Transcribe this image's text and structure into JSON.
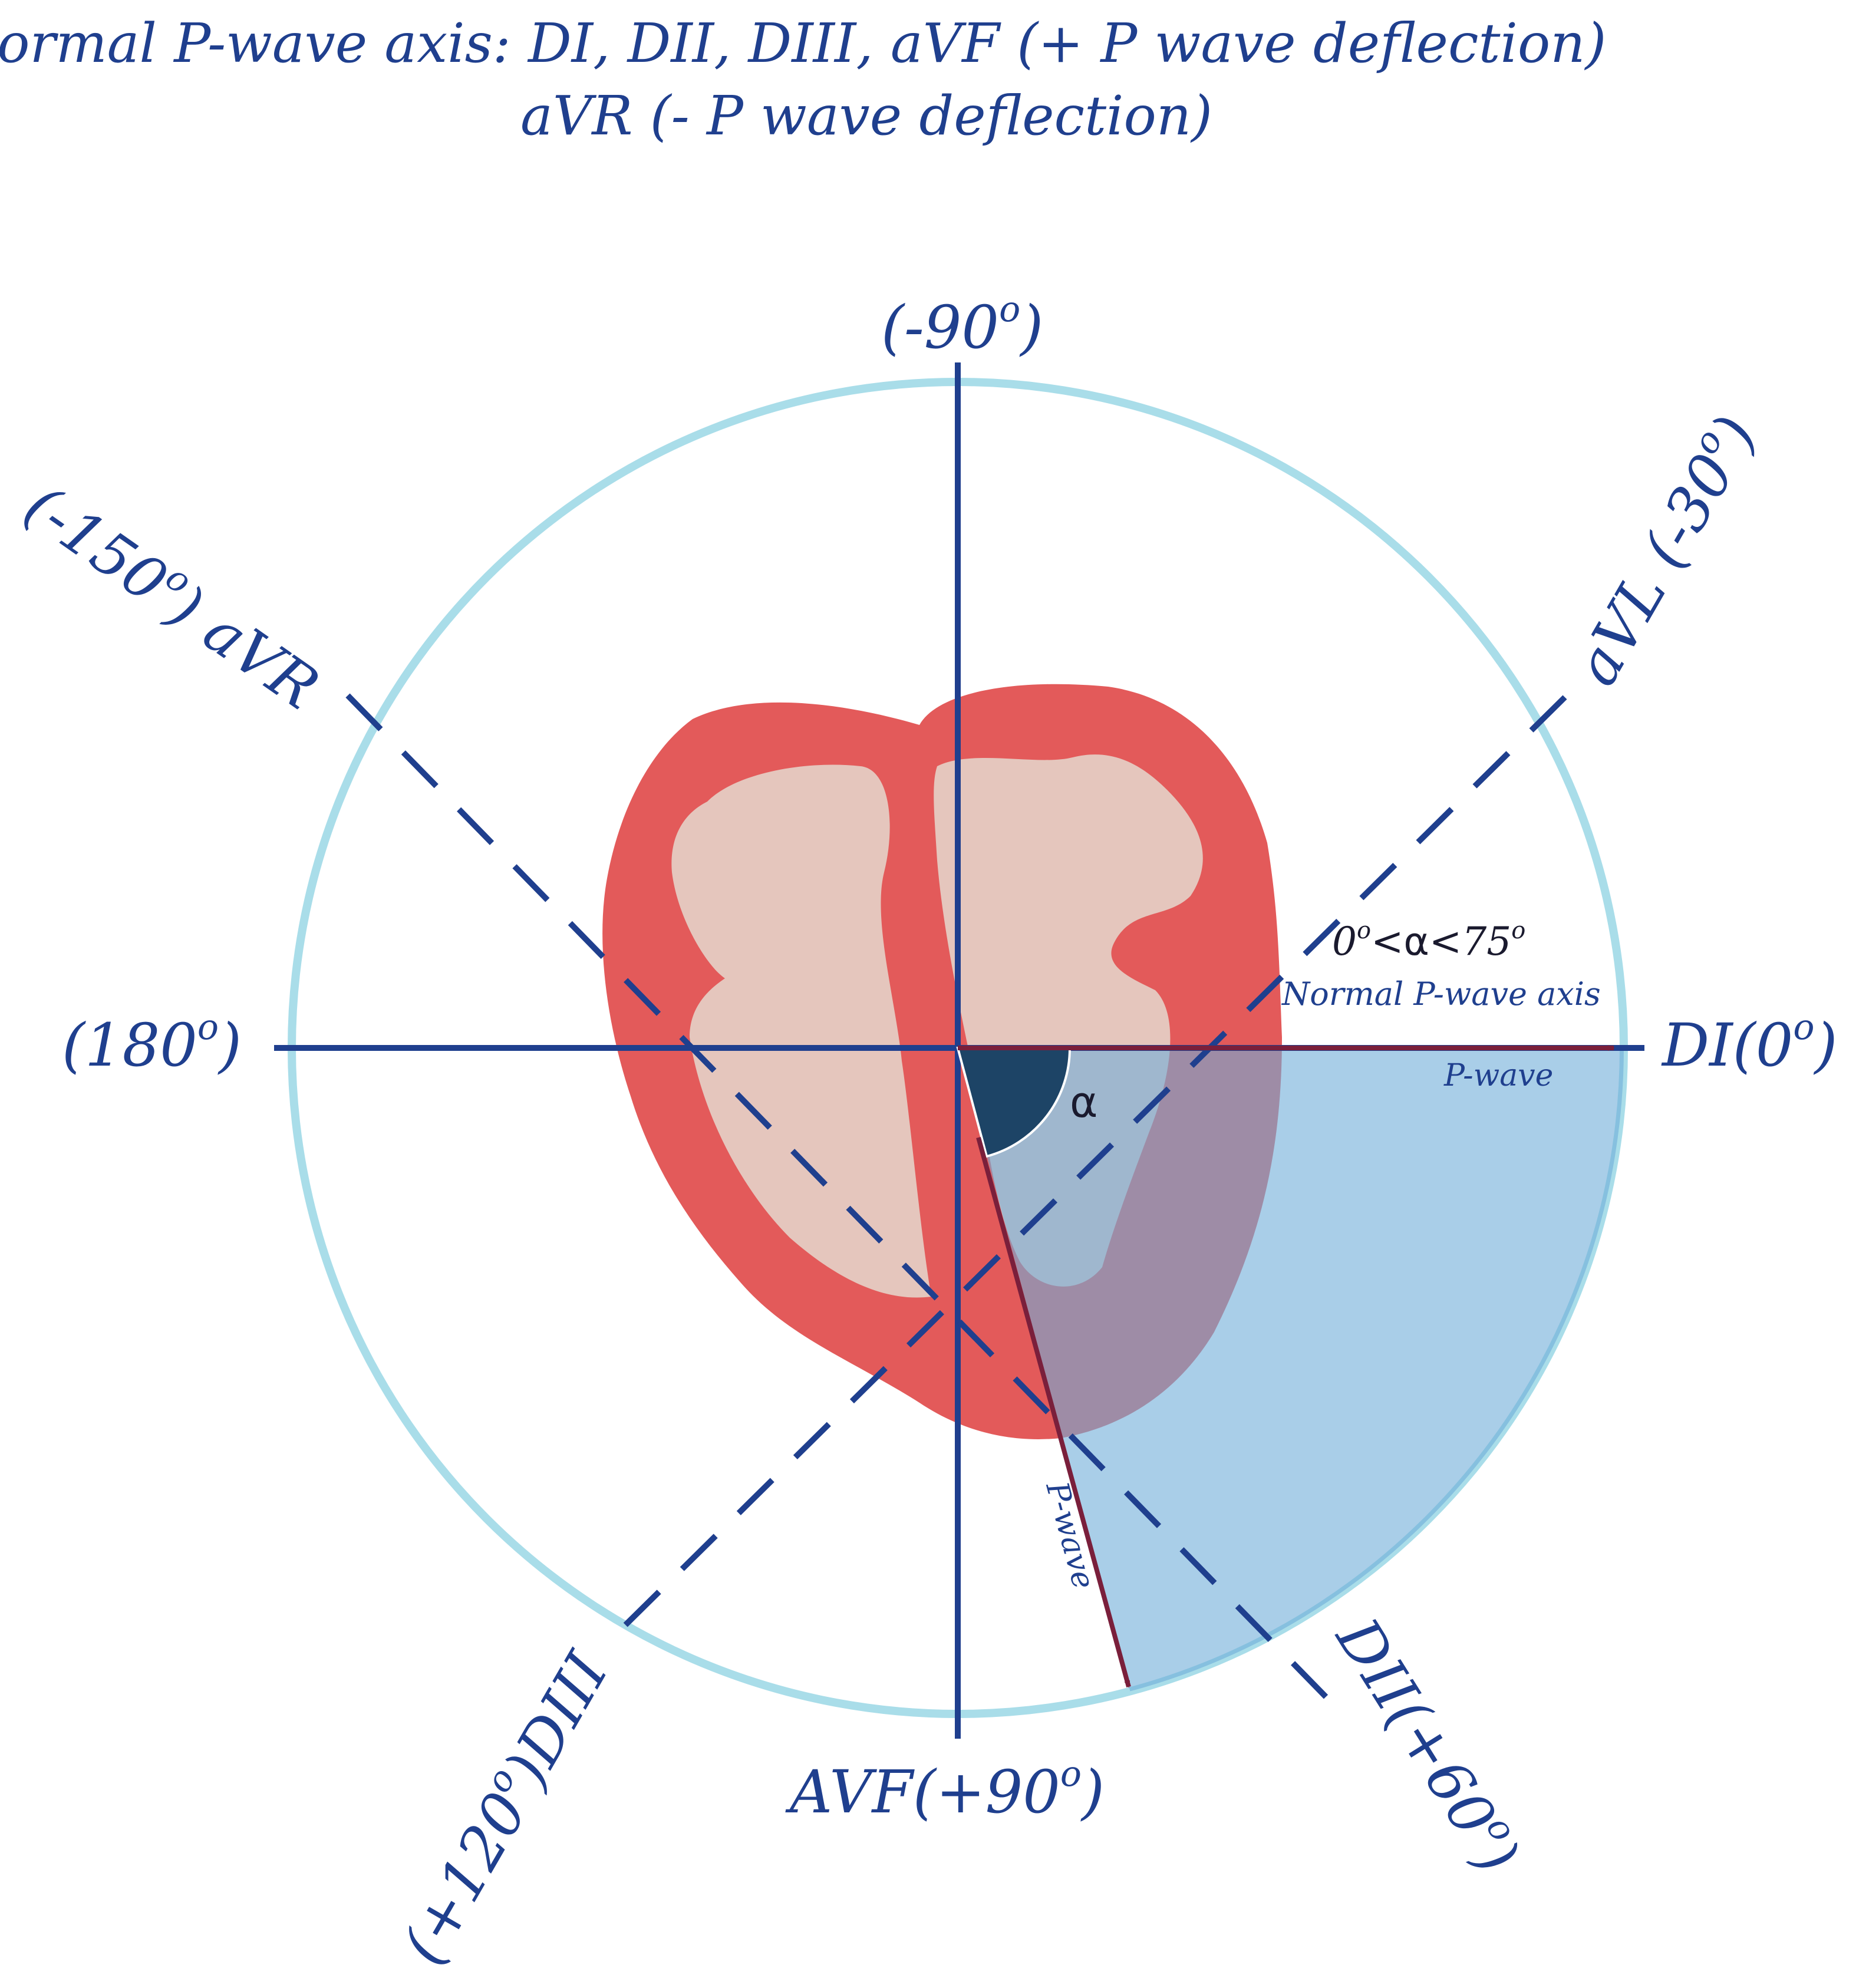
{
  "title": {
    "line1": "Normal P-wave axis: DI, DII, DIII, aVF (+ P wave deflection)",
    "line2": "aVR (- P wave deflection)"
  },
  "leads": {
    "minus90": "(-90",
    "minus90_close": ")",
    "avr": ") aVR",
    "avr_pre": "(-150",
    "avl": "aVL (-30",
    "avl_close": ")",
    "l180": "(180",
    "l180_close": ")",
    "di": "DI(0",
    "di_close": ")",
    "avf": "AVF(+90",
    "avf_close": ")",
    "diii_pre": "(+120",
    "diii": ")DIII",
    "dii": "DII(+60",
    "dii_close": ")",
    "degree": "o"
  },
  "range": {
    "zero": "0",
    "lt1": "<",
    "alpha": "α",
    "lt2": "<75",
    "caption": "Normal P-wave axis"
  },
  "arrows": {
    "horizontal_label": "P-wave",
    "oblique_label": "P-wave"
  },
  "angle_label": "α",
  "colors": {
    "axis": "#1f3f8e",
    "circle": "#a9dde9",
    "heart_wall": "#e35a5a",
    "heart_chamber": "#e5c6bd",
    "sector": "#6fadd9",
    "arrow": "#7a1f3b",
    "angle_fill": "#1d4466"
  }
}
